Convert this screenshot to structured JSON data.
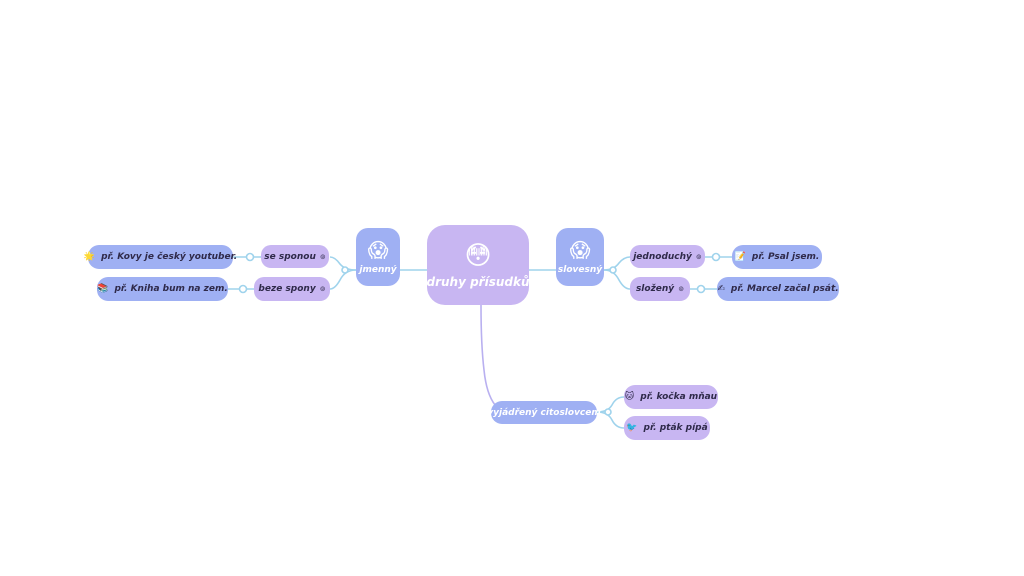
{
  "central": {
    "emoji": "😳",
    "label": "druhy přísudků"
  },
  "main": {
    "jmenny": {
      "emoji": "😱",
      "label": "jmenný"
    },
    "slovesny": {
      "emoji": "😱",
      "label": "slovesný"
    },
    "citoslovce": {
      "label": "vyjádřený citoslovcem"
    }
  },
  "sub": {
    "se_sponou": {
      "label": "se sponou",
      "mark": "⊚"
    },
    "beze_spony": {
      "label": "beze spony",
      "mark": "⊚"
    },
    "jednoduchy": {
      "label": "jednoduchý",
      "mark": "⊚"
    },
    "slozeny": {
      "label": "složený",
      "mark": "⊚"
    }
  },
  "examples": {
    "kovy": {
      "icon": "🌟",
      "label": "př. Kovy je český youtuber."
    },
    "kniha": {
      "icon": "📚",
      "label": "př. Kniha bum na zem."
    },
    "psal": {
      "icon": "📝",
      "label": "př. Psal jsem."
    },
    "marcel": {
      "icon": "✍",
      "label": "př. Marcel začal psát."
    },
    "kocka": {
      "icon": "🐱",
      "label": "př. kočka mňau"
    },
    "ptak": {
      "icon": "🐦",
      "label": "př. pták pípá"
    }
  },
  "colors": {
    "link": "#9fd3ec",
    "link_purple": "#b9b0f0",
    "node_blue": "#9fb0f3",
    "node_purple": "#c8b6f2"
  }
}
